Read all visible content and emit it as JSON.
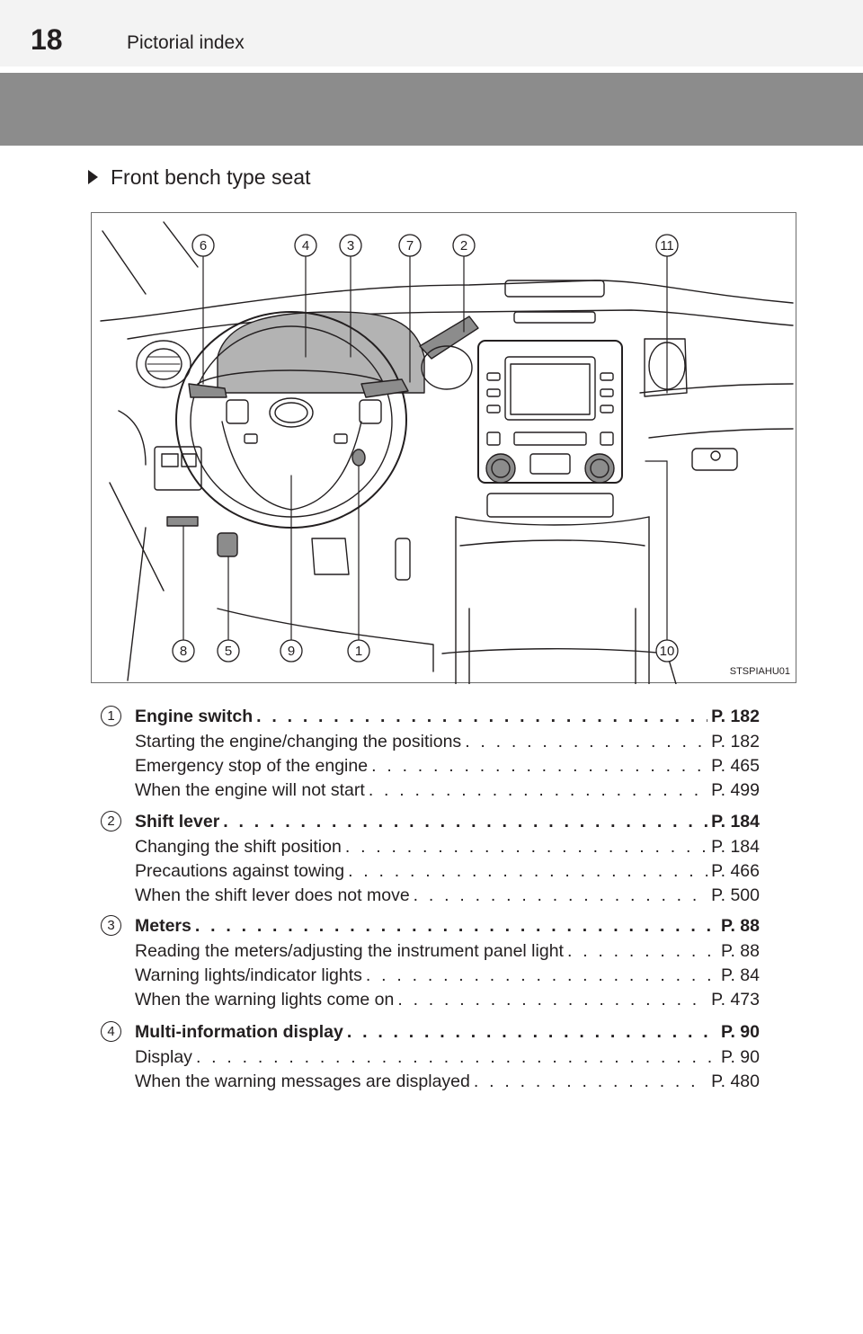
{
  "header": {
    "page_number": "18",
    "section_title": "Pictorial index"
  },
  "subsection": {
    "title": "Front bench type seat"
  },
  "figure": {
    "code": "STSPIAHU01",
    "callouts": [
      "1",
      "2",
      "3",
      "4",
      "5",
      "6",
      "7",
      "8",
      "9",
      "10",
      "11"
    ]
  },
  "entries": [
    {
      "number": "1",
      "title": "Engine switch",
      "page": "P. 182",
      "subs": [
        {
          "label": "Starting the engine/changing the positions",
          "page": "P. 182"
        },
        {
          "label": "Emergency stop of the engine",
          "page": "P. 465"
        },
        {
          "label": "When the engine will not start",
          "page": "P. 499"
        }
      ]
    },
    {
      "number": "2",
      "title": "Shift lever",
      "page": "P. 184",
      "subs": [
        {
          "label": "Changing the shift position",
          "page": "P. 184"
        },
        {
          "label": "Precautions against towing",
          "page": "P. 466"
        },
        {
          "label": "When the shift lever does not move",
          "page": "P. 500"
        }
      ]
    },
    {
      "number": "3",
      "title": "Meters",
      "page": "P. 88",
      "subs": [
        {
          "label": "Reading the meters/adjusting the instrument panel light",
          "page": "P. 88"
        },
        {
          "label": "Warning lights/indicator lights",
          "page": "P. 84"
        },
        {
          "label": "When the warning lights come on",
          "page": "P. 473"
        }
      ]
    },
    {
      "number": "4",
      "title": "Multi-information display",
      "page": "P. 90",
      "subs": [
        {
          "label": "Display",
          "page": "P. 90"
        },
        {
          "label": "When the warning messages are displayed",
          "page": "P. 480"
        }
      ]
    }
  ]
}
